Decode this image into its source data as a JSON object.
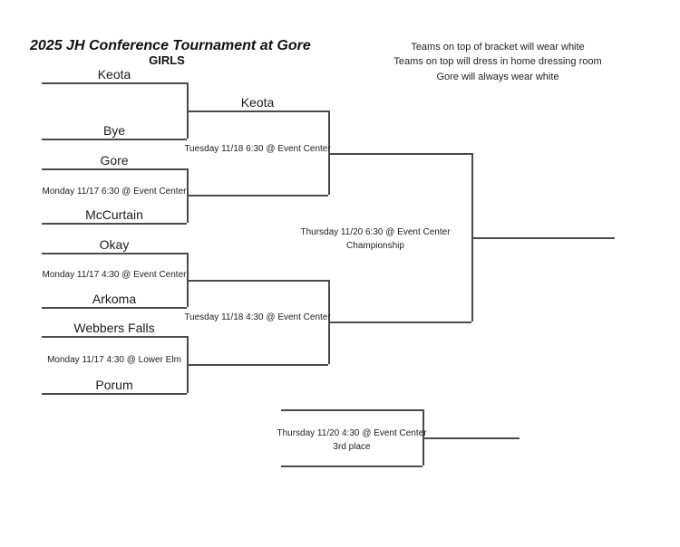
{
  "header": {
    "title": "2025 JH Conference Tournament at Gore",
    "subtitle": "GIRLS"
  },
  "notes": [
    "Teams on top of bracket will wear white",
    "Teams on top will dress in home dressing room",
    "Gore will always wear white"
  ],
  "bracket": {
    "round1_games": [
      {
        "top_team": "Keota",
        "bottom_team": "Bye",
        "game_info": ""
      },
      {
        "top_team": "Gore",
        "bottom_team": "McCurtain",
        "game_info": "Monday 11/17 6:30 @ Event Center"
      },
      {
        "top_team": "Okay",
        "bottom_team": "Arkoma",
        "game_info": "Monday 11/17 4:30 @ Event Center"
      },
      {
        "top_team": "Webbers Falls",
        "bottom_team": "Porum",
        "game_info": "Monday 11/17 4:30 @ Lower Elm"
      }
    ],
    "semifinals": [
      {
        "advancing_team": "Keota",
        "game_info": "Tuesday 11/18 6:30 @ Event Center"
      },
      {
        "advancing_team": "",
        "game_info": "Tuesday 11/18 4:30 @ Event Center"
      }
    ],
    "championship": {
      "game_info": "Thursday 11/20 6:30 @ Event Center",
      "label": "Championship"
    },
    "third_place": {
      "game_info": "Thursday 11/20 4:30 @ Event Center",
      "label": "3rd place"
    }
  }
}
